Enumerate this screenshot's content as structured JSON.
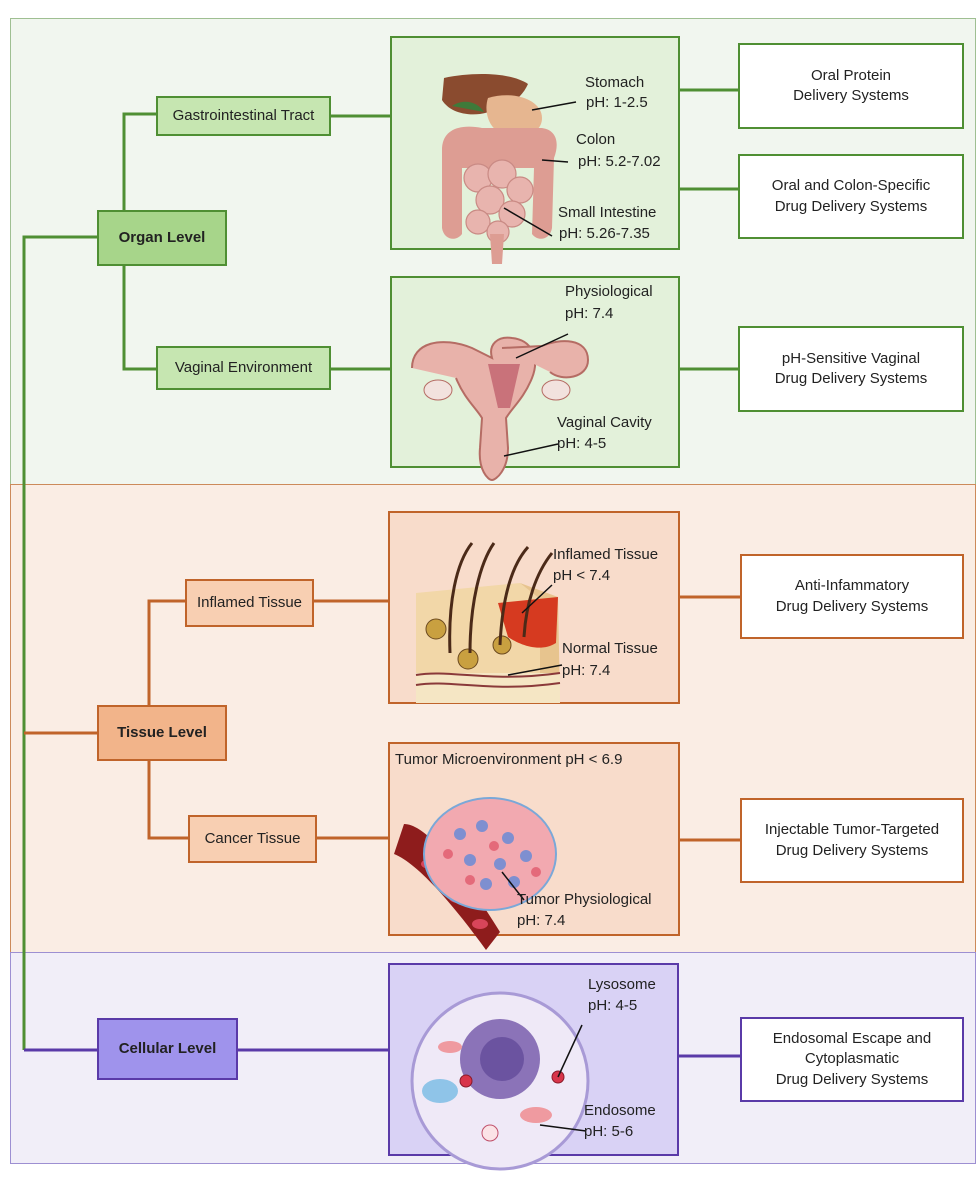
{
  "levels": {
    "organ": "Organ Level",
    "tissue": "Tissue Level",
    "cellular": "Cellular Level"
  },
  "categories": {
    "gi": "Gastrointestinal Tract",
    "vaginal": "Vaginal Environment",
    "inflamed": "Inflamed Tissue",
    "cancer": "Cancer Tissue"
  },
  "annotations": {
    "stomach": "Stomach",
    "stomach_ph": "pH: 1-2.5",
    "colon": "Colon",
    "colon_ph": "pH: 5.2-7.02",
    "small_intestine": "Small Intestine",
    "small_intestine_ph": "pH: 5.26-7.35",
    "physiological": "Physiological",
    "physiological_ph": "pH: 7.4",
    "vaginal_cavity": "Vaginal Cavity",
    "vaginal_cavity_ph": "pH: 4-5",
    "inflamed_tissue": "Inflamed Tissue",
    "inflamed_tissue_ph": "pH < 7.4",
    "normal_tissue": "Normal Tissue",
    "normal_tissue_ph": "pH: 7.4",
    "tumor_micro": "Tumor Microenvironment pH < 6.9",
    "tumor_phys": "Tumor Physiological",
    "tumor_phys_ph": "pH: 7.4",
    "lysosome": "Lysosome",
    "lysosome_ph": "pH: 4-5",
    "endosome": "Endosome",
    "endosome_ph": "pH: 5-6"
  },
  "systems": {
    "oral_protein": "Oral Protein\nDelivery Systems",
    "oral_colon": "Oral and Colon-Specific\nDrug Delivery Systems",
    "vaginal": "pH-Sensitive Vaginal\nDrug Delivery Systems",
    "anti_inflammatory": "Anti-Infammatory\nDrug Delivery Systems",
    "tumor": "Injectable Tumor-Targeted\nDrug Delivery Systems",
    "endosomal": "Endosomal Escape and\nCytoplasmatic\nDrug Delivery Systems"
  },
  "colors": {
    "organ": "#4f8f33",
    "tissue": "#c0642a",
    "cellular": "#5a3aa8"
  }
}
